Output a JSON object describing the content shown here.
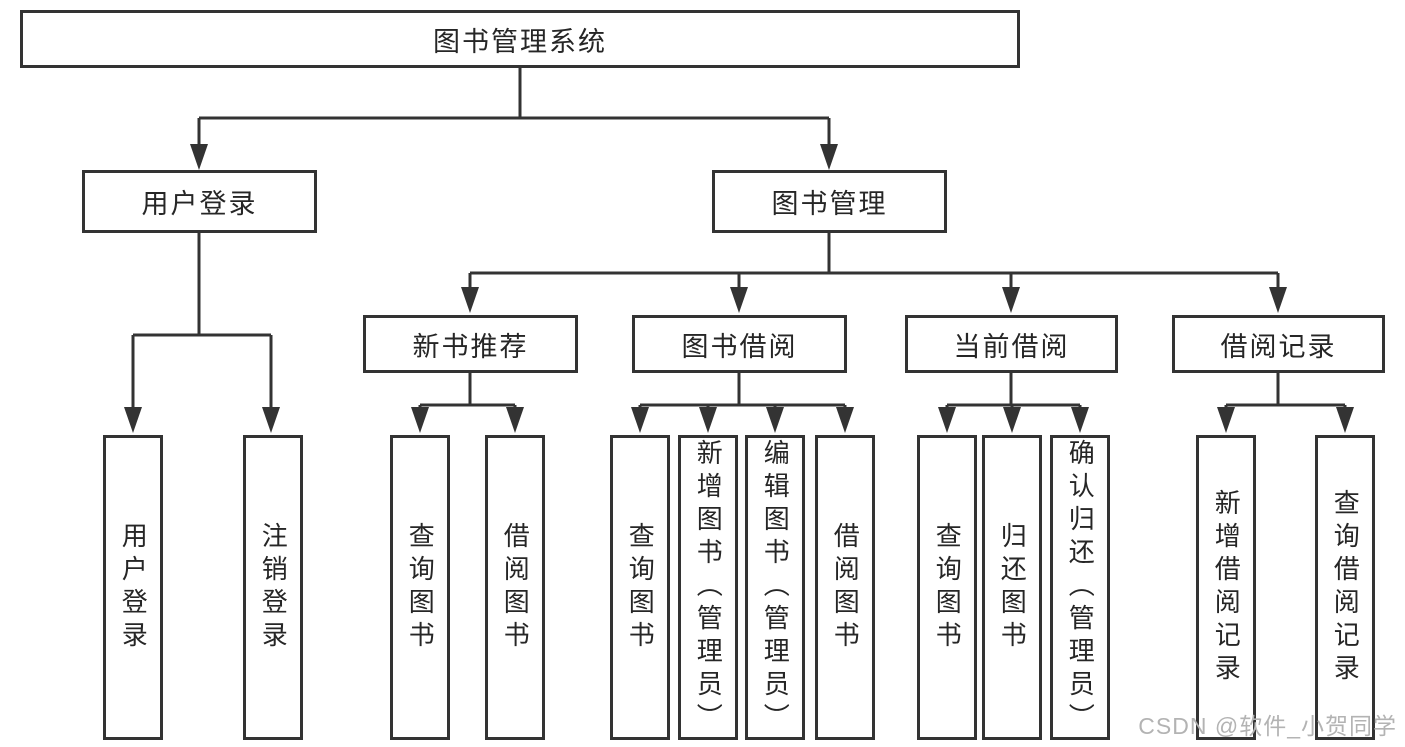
{
  "colors": {
    "border": "#333333",
    "text": "#262626",
    "line": "#333333",
    "background": "#ffffff",
    "watermark": "#b3b3b3"
  },
  "tree": {
    "root": {
      "label": "图书管理系统"
    },
    "level2": [
      {
        "label": "用户登录"
      },
      {
        "label": "图书管理"
      }
    ],
    "level3": [
      {
        "label": "新书推荐"
      },
      {
        "label": "图书借阅"
      },
      {
        "label": "当前借阅"
      },
      {
        "label": "借阅记录"
      }
    ],
    "leaves": {
      "user_login": [
        "用户登录",
        "注销登录"
      ],
      "new_books": [
        "查询图书",
        "借阅图书"
      ],
      "book_borrow": [
        "查询图书",
        "新增图书（管理员）",
        "编辑图书（管理员）",
        "借阅图书"
      ],
      "current_borrow": [
        "查询图书",
        "归还图书",
        "确认归还（管理员）"
      ],
      "borrow_records": [
        "新增借阅记录",
        "查询借阅记录"
      ]
    }
  },
  "watermark": {
    "text": "CSDN @软件_小贺同学"
  }
}
